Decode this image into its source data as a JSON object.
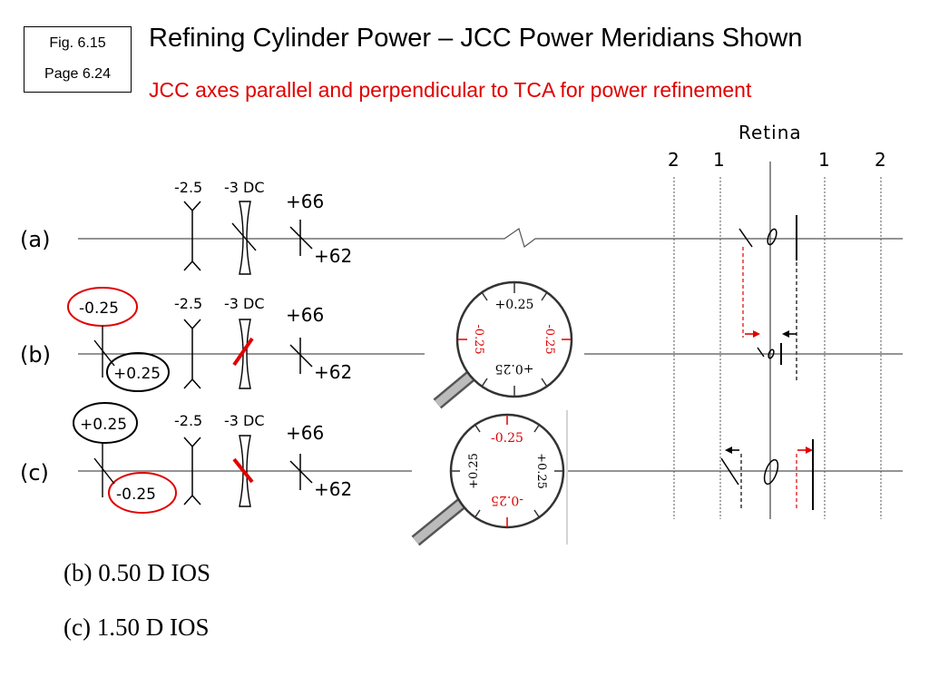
{
  "figure": {
    "fig_label": "Fig. 6.15",
    "page_label": "Page 6.24"
  },
  "title": "Refining Cylinder Power – JCC Power Meridians Shown",
  "subtitle": "JCC axes parallel and perpendicular to TCA for power refinement",
  "retina": {
    "label": "Retina",
    "left_numbers": [
      "2",
      "1"
    ],
    "right_numbers": [
      "1",
      "2"
    ]
  },
  "rows": {
    "a": {
      "label": "(a)",
      "lens_sph": "-2.5",
      "lens_cyl": "-3 DC",
      "power_top": "+66",
      "power_bottom": "+62"
    },
    "b": {
      "label": "(b)",
      "jcc_top": "-0.25",
      "jcc_bottom": "+0.25",
      "lens_sph": "-2.5",
      "lens_cyl": "-3 DC",
      "power_top": "+66",
      "power_bottom": "+62"
    },
    "c": {
      "label": "(c)",
      "jcc_top": "+0.25",
      "jcc_bottom": "-0.25",
      "lens_sph": "-2.5",
      "lens_cyl": "-3 DC",
      "power_top": "+66",
      "power_bottom": "+62"
    }
  },
  "magnifier_b": {
    "top": "+0.25",
    "bottom": "+0.25",
    "left": "-0.25",
    "right": "-0.25"
  },
  "magnifier_c": {
    "top": "-0.25",
    "bottom": "-0.25",
    "left": "+0.25",
    "right": "+0.25"
  },
  "notes": {
    "b": "(b) 0.50 D IOS",
    "c": "(c) 1.50 D IOS"
  },
  "colors": {
    "red": "#e00000",
    "black": "#000000",
    "gray": "#888888"
  }
}
